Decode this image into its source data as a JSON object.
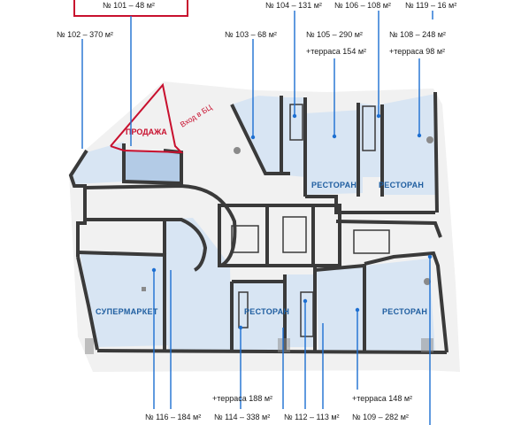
{
  "labels": {
    "unit_101": "№ 101 – 48 м²",
    "unit_102": "№ 102 – 370 м²",
    "unit_103": "№ 103 – 68 м²",
    "unit_104": "№ 104 – 131 м²",
    "unit_105": "№ 105 – 290 м²",
    "terrace_105": "+терраса 154 м²",
    "unit_106": "№ 106 – 108 м²",
    "unit_108": "№ 108 – 248 м²",
    "terrace_108": "+терраса 98 м²",
    "unit_119": "№ 119 – 16 м²",
    "unit_116": "№ 116 – 184 м²",
    "unit_114": "№ 114 – 338 м²",
    "terrace_114": "+терраса 188 м²",
    "unit_112": "№ 112 – 113 м²",
    "unit_109": "№ 109 – 282 м²",
    "terrace_109": "+терраса 148 м²"
  },
  "rooms": {
    "restaurant_top_left": "РЕСТОРАН",
    "restaurant_top_right": "РЕСТОРАН",
    "restaurant_bottom_left": "РЕСТОРАН",
    "restaurant_bottom_right": "РЕСТОРАН",
    "supermarket": "СУПЕРМАРКЕТ",
    "sale": "ПРОДАЖА",
    "entrance": "Вход в БЦ"
  },
  "colors": {
    "leader": "#1d6fd1",
    "unit_fill": "#d8e5f3",
    "sale_outline": "#c8102e",
    "wall": "#3a3a3a"
  }
}
